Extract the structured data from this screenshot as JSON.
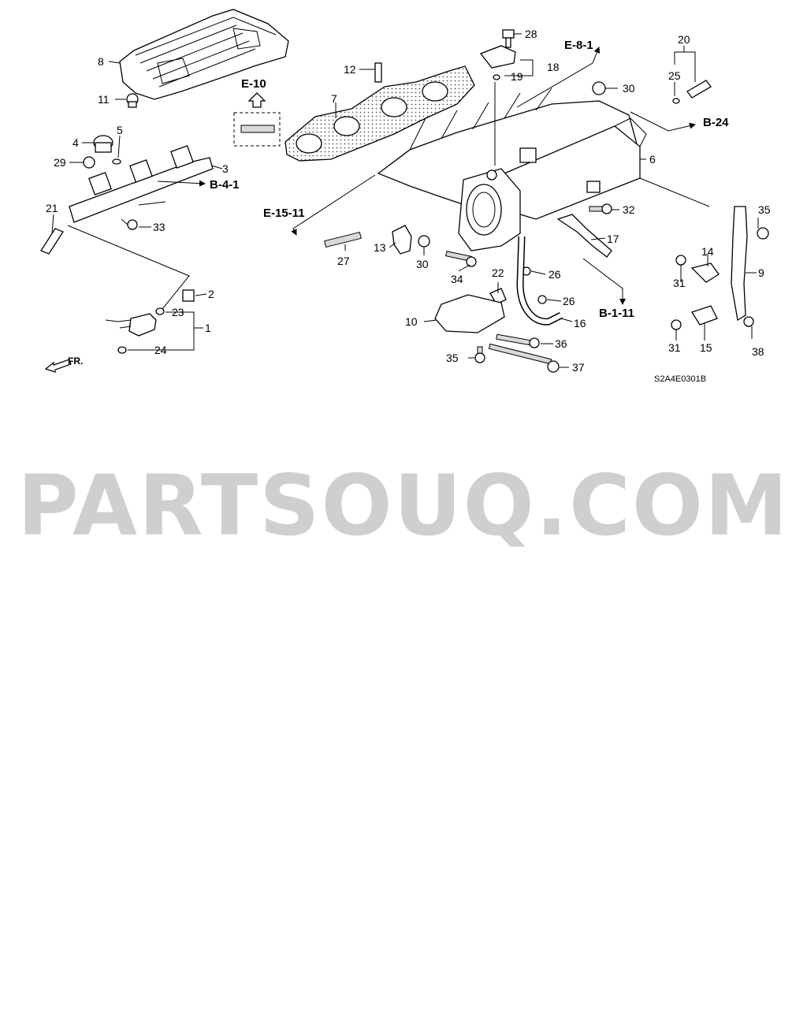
{
  "diagram": {
    "drawing_code": "S2A4E0301B",
    "watermark": "PARTSOUQ.COM",
    "front_arrow_label": "FR.",
    "callouts": [
      {
        "id": "c1",
        "text": "1"
      },
      {
        "id": "c2",
        "text": "2"
      },
      {
        "id": "c3",
        "text": "3"
      },
      {
        "id": "c4",
        "text": "4"
      },
      {
        "id": "c5",
        "text": "5"
      },
      {
        "id": "c6",
        "text": "6"
      },
      {
        "id": "c7",
        "text": "7"
      },
      {
        "id": "c8",
        "text": "8"
      },
      {
        "id": "c9",
        "text": "9"
      },
      {
        "id": "c10",
        "text": "10"
      },
      {
        "id": "c11",
        "text": "11"
      },
      {
        "id": "c12",
        "text": "12"
      },
      {
        "id": "c13",
        "text": "13"
      },
      {
        "id": "c14",
        "text": "14"
      },
      {
        "id": "c15",
        "text": "15"
      },
      {
        "id": "c16",
        "text": "16"
      },
      {
        "id": "c17",
        "text": "17"
      },
      {
        "id": "c18",
        "text": "18"
      },
      {
        "id": "c19",
        "text": "19"
      },
      {
        "id": "c20",
        "text": "20"
      },
      {
        "id": "c21",
        "text": "21"
      },
      {
        "id": "c22",
        "text": "22"
      },
      {
        "id": "c23",
        "text": "23"
      },
      {
        "id": "c24",
        "text": "24"
      },
      {
        "id": "c25",
        "text": "25"
      },
      {
        "id": "c26a",
        "text": "26"
      },
      {
        "id": "c26b",
        "text": "26"
      },
      {
        "id": "c27",
        "text": "27"
      },
      {
        "id": "c28",
        "text": "28"
      },
      {
        "id": "c29",
        "text": "29"
      },
      {
        "id": "c30a",
        "text": "30"
      },
      {
        "id": "c30b",
        "text": "30"
      },
      {
        "id": "c31a",
        "text": "31"
      },
      {
        "id": "c31b",
        "text": "31"
      },
      {
        "id": "c32",
        "text": "32"
      },
      {
        "id": "c33",
        "text": "33"
      },
      {
        "id": "c34",
        "text": "34"
      },
      {
        "id": "c35a",
        "text": "35"
      },
      {
        "id": "c35b",
        "text": "35"
      },
      {
        "id": "c36",
        "text": "36"
      },
      {
        "id": "c37",
        "text": "37"
      },
      {
        "id": "c38",
        "text": "38"
      }
    ],
    "references": [
      {
        "id": "r1",
        "text": "E-10"
      },
      {
        "id": "r2",
        "text": "E-8-1"
      },
      {
        "id": "r3",
        "text": "B-24"
      },
      {
        "id": "r4",
        "text": "B-4-1"
      },
      {
        "id": "r5",
        "text": "E-15-11"
      },
      {
        "id": "r6",
        "text": "B-1-11"
      }
    ]
  }
}
